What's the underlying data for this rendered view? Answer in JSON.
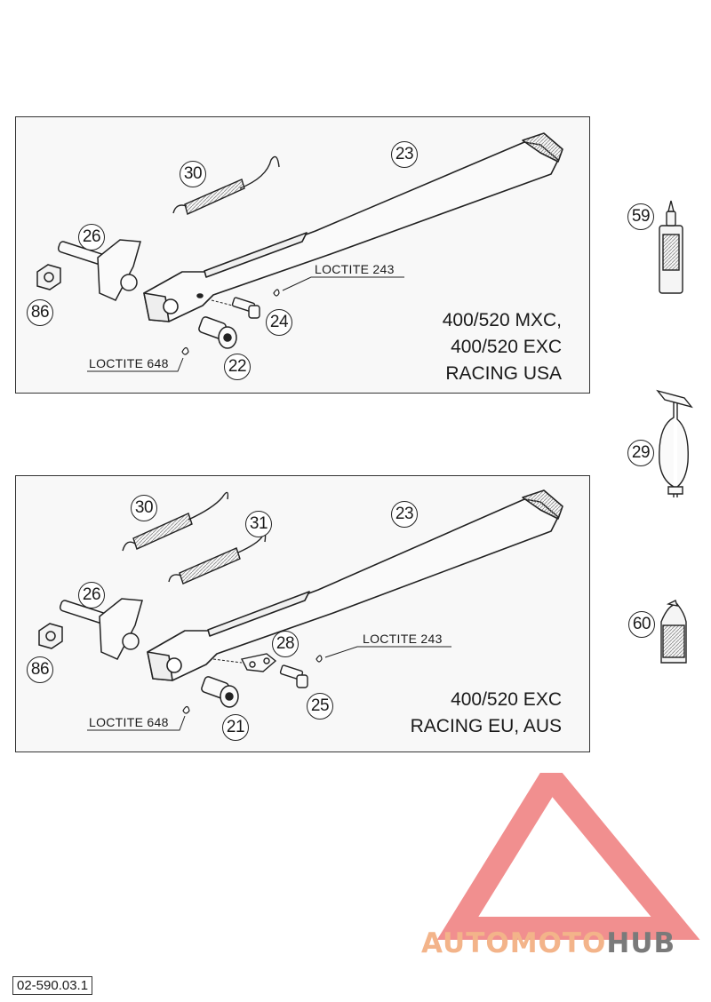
{
  "panel_top": {
    "callouts": [
      "30",
      "23",
      "26",
      "86",
      "24",
      "22"
    ],
    "loctite_upper": "LOCTITE 243",
    "loctite_lower": "LOCTITE 648",
    "models": [
      "400/520 MXC,",
      "400/520 EXC",
      "RACING USA"
    ]
  },
  "panel_bottom": {
    "callouts": [
      "30",
      "31",
      "23",
      "26",
      "86",
      "28",
      "25",
      "21"
    ],
    "loctite_upper": "LOCTITE 243",
    "loctite_lower": "LOCTITE 648",
    "models": [
      "400/520 EXC",
      "RACING EU, AUS"
    ]
  },
  "side_parts": {
    "callouts": [
      "59",
      "29",
      "60"
    ]
  },
  "footer": {
    "code": "02-590.03.1"
  },
  "watermark": {
    "brand_part1": "AUTOMOTO",
    "brand_part2": "HUB",
    "color_primary": "#ef7b7b",
    "color_secondary": "#7a7a7a"
  }
}
